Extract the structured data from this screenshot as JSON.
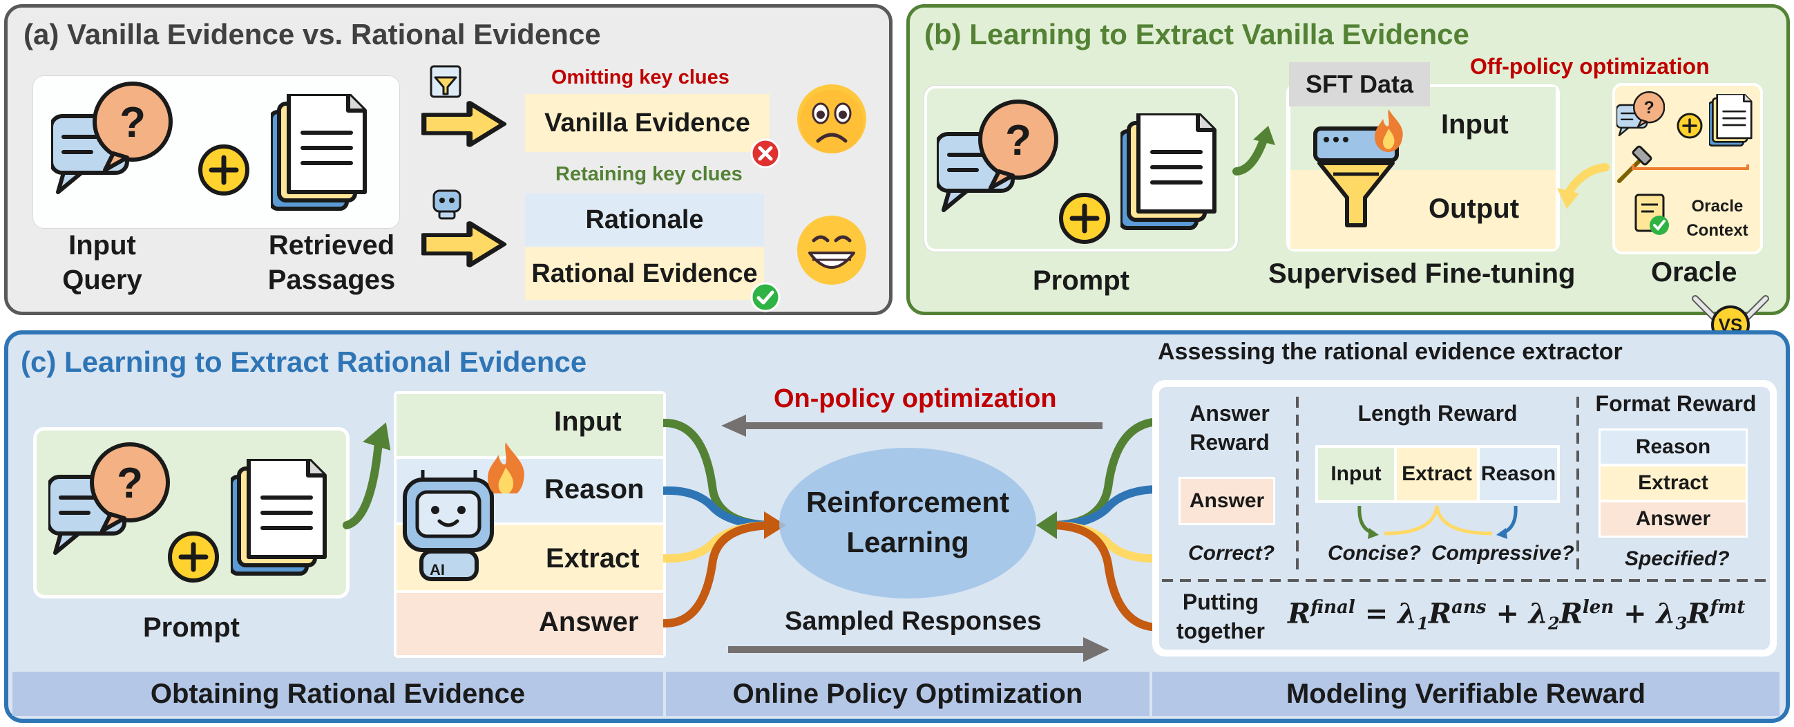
{
  "panel_a": {
    "title": "(a) Vanilla Evidence vs. Rational Evidence",
    "input_label_1": "Input",
    "input_label_2": "Query",
    "retrieved_label_1": "Retrieved",
    "retrieved_label_2": "Passages",
    "omitting": "Omitting key clues",
    "vanilla_evidence": "Vanilla Evidence",
    "retaining": "Retaining key clues",
    "rationale": "Rationale",
    "rational_evidence": "Rational Evidence"
  },
  "panel_b": {
    "title": "(b) Learning to Extract Vanilla Evidence",
    "sft_data": "SFT Data",
    "off_policy": "Off-policy optimization",
    "input": "Input",
    "output": "Output",
    "prompt": "Prompt",
    "sft": "Supervised Fine-tuning",
    "oracle": "Oracle",
    "oracle_context_1": "Oracle",
    "oracle_context_2": "Context",
    "vs": "VS"
  },
  "panel_c": {
    "title": "(c) Learning to Extract Rational Evidence",
    "prompt": "Prompt",
    "input": "Input",
    "reason": "Reason",
    "extract": "Extract",
    "answer": "Answer",
    "ai_badge": "AI",
    "on_policy": "On-policy optimization",
    "rl_1": "Reinforcement",
    "rl_2": "Learning",
    "sampled": "Sampled Responses",
    "assessing": "Assessing the rational evidence extractor",
    "answer_reward_1": "Answer",
    "answer_reward_2": "Reward",
    "answer_box": "Answer",
    "correct": "Correct?",
    "length_reward": "Length Reward",
    "len_input": "Input",
    "len_extract": "Extract",
    "len_reason": "Reason",
    "concise": "Concise?",
    "compressive": "Compressive?",
    "format_reward": "Format Reward",
    "fmt_reason": "Reason",
    "fmt_extract": "Extract",
    "fmt_answer": "Answer",
    "specified": "Specified?",
    "putting_1": "Putting",
    "putting_2": "together",
    "footer_1": "Obtaining Rational Evidence",
    "footer_2": "Online Policy Optimization",
    "footer_3": "Modeling Verifiable Reward"
  },
  "colors": {
    "green_bg": "#e2f0d9",
    "blue_bg": "#deebf7",
    "yellow_bg": "#fff2cc",
    "orange_bg": "#fbe5d6",
    "green_line": "#548235",
    "blue_line": "#2e75b6",
    "yellow_line": "#ffd966",
    "orange_line": "#c55a11",
    "red_text": "#c00000"
  },
  "icons": [
    "question-bubble-icon",
    "plus-icon",
    "document-icon",
    "funnel-icon",
    "robot-icon",
    "fire-icon",
    "worried-emoji-icon",
    "grin-emoji-icon",
    "check-icon",
    "cross-icon",
    "swords-icon",
    "hammer-icon",
    "right-arrow-icon"
  ]
}
